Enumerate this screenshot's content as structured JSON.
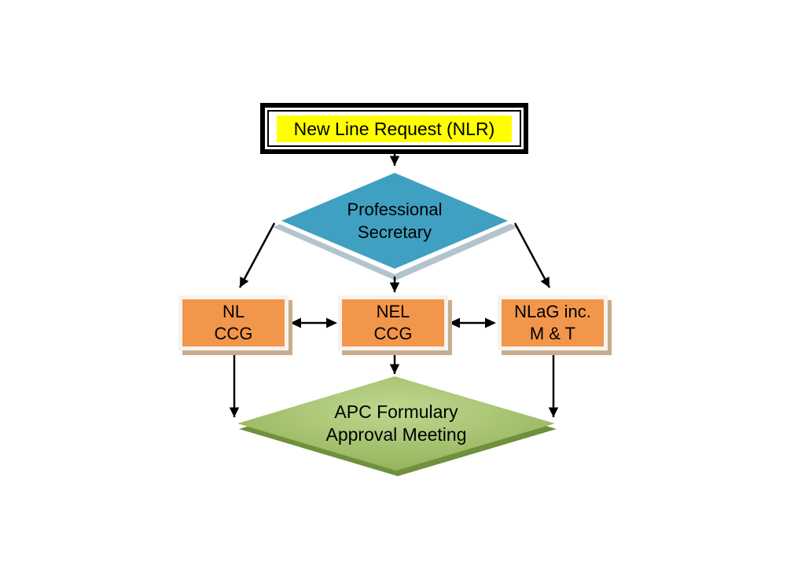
{
  "diagram": {
    "type": "flowchart",
    "nodes": {
      "start": {
        "label": "New Line Request (NLR)",
        "shape": "double-border-rectangle",
        "highlight": "yellow"
      },
      "secretary": {
        "label_line1": "Professional",
        "label_line2": "Secretary",
        "shape": "diamond"
      },
      "nl_ccg": {
        "label_line1": "NL",
        "label_line2": "CCG",
        "shape": "rectangle"
      },
      "nel_ccg": {
        "label_line1": "NEL",
        "label_line2": "CCG",
        "shape": "rectangle"
      },
      "nlag": {
        "label_line1": "NLaG inc.",
        "label_line2": "M & T",
        "shape": "rectangle"
      },
      "apc": {
        "label_line1": "APC Formulary",
        "label_line2": "Approval Meeting",
        "shape": "diamond"
      }
    },
    "edges": [
      {
        "from": "start",
        "to": "secretary",
        "style": "arrow"
      },
      {
        "from": "secretary",
        "to": "nl_ccg",
        "style": "arrow"
      },
      {
        "from": "secretary",
        "to": "nel_ccg",
        "style": "arrow"
      },
      {
        "from": "secretary",
        "to": "nlag",
        "style": "arrow"
      },
      {
        "from": "nl_ccg",
        "to": "nel_ccg",
        "style": "double-arrow"
      },
      {
        "from": "nel_ccg",
        "to": "nlag",
        "style": "double-arrow"
      },
      {
        "from": "nl_ccg",
        "to": "apc",
        "style": "arrow"
      },
      {
        "from": "nel_ccg",
        "to": "apc",
        "style": "arrow"
      },
      {
        "from": "nlag",
        "to": "apc",
        "style": "arrow"
      }
    ]
  },
  "colors": {
    "line": "#000000",
    "yellow": "#FFFF00",
    "teal": "#3FA0C1",
    "teal_shadow": "#B2C4CD",
    "orange": "#F2964B",
    "orange_shadow": "#C9AC8C",
    "green_light": "#BED88F",
    "green_mid": "#8FAE54",
    "green_dark": "#6F903C"
  }
}
